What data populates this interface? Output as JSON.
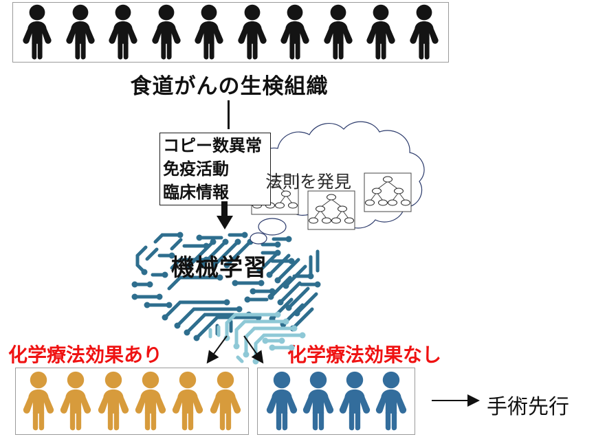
{
  "diagram": {
    "title_caption": "食道がんの生検組織",
    "feature_box": {
      "lines": [
        "コピー数異常",
        "免疫活動",
        "臨床情報"
      ]
    },
    "cloud": {
      "label": "法則を発見",
      "tree_count": 3
    },
    "brain": {
      "label": "機械学習",
      "trace_color_dark": "#2e6e8e",
      "trace_color_light": "#8ec8d6"
    },
    "outcomes": {
      "responder": {
        "label": "化学療法効果あり",
        "label_color": "#ef1212",
        "person_count": 6,
        "person_color": "#d79b3c"
      },
      "nonresponder": {
        "label": "化学療法効果なし",
        "label_color": "#ef1212",
        "person_count": 4,
        "person_color": "#336d9c"
      }
    },
    "cohort_top": {
      "person_count": 10,
      "person_color": "#141414"
    },
    "next_step": {
      "label": "手術先行"
    }
  }
}
